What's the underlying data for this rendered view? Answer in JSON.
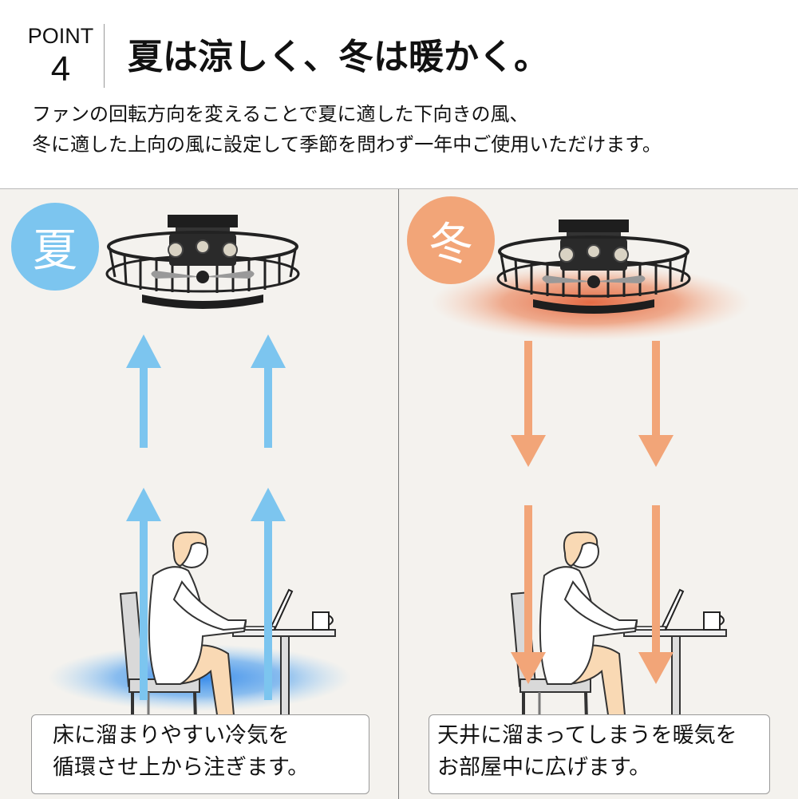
{
  "header": {
    "point_label": "POINT",
    "point_number": "4",
    "title": "夏は涼しく、冬は暖かく。",
    "description_lines": [
      "ファンの回転方向を変えることで夏に適した下向きの風、",
      "冬に適した上向の風に設定して季節を問わず一年中ご使用いただけます。"
    ]
  },
  "summer": {
    "badge": "夏",
    "badge_color": "#7cc5ef",
    "arrow_color": "#7cc5ef",
    "airflow": "up",
    "glow_color": "#3a8ee8",
    "caption_lines": [
      "床に溜まりやすい冷気を",
      "循環させ上から注ぎます。"
    ]
  },
  "winter": {
    "badge": "冬",
    "badge_color": "#f2a578",
    "arrow_color": "#f2a578",
    "airflow": "down",
    "glow_color": "#e8744a",
    "caption_lines": [
      "天井に溜まってしまうを暖気を",
      "お部屋中に広げます。"
    ]
  },
  "icons": [
    "ceiling-fan-light-illustration",
    "person-at-laptop-illustration",
    "chair-illustration",
    "coffee-mug-illustration"
  ]
}
